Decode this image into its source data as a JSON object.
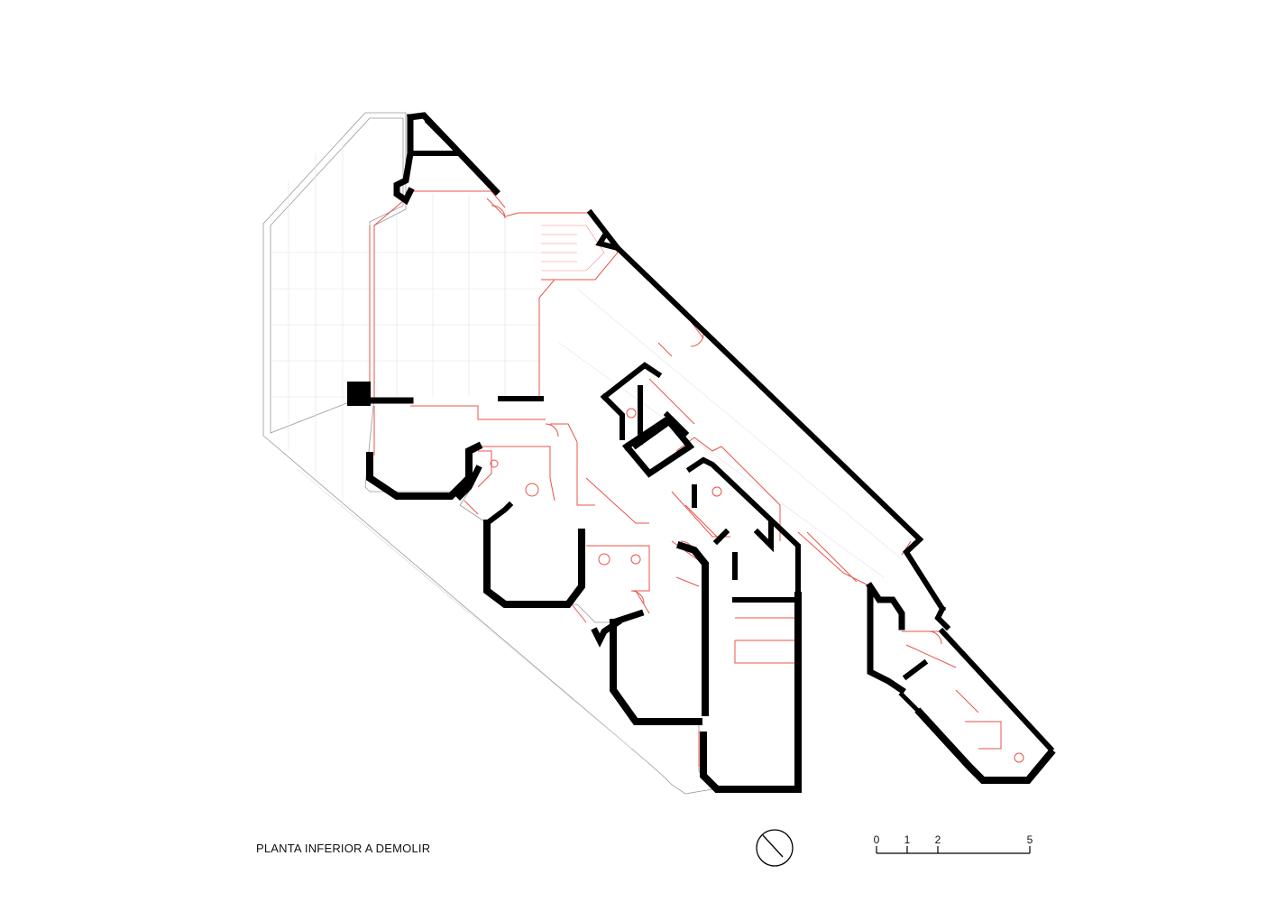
{
  "drawing": {
    "title": "PLANTA INFERIOR A DEMOLIR"
  },
  "scale_bar": {
    "labels": [
      "0",
      "1",
      "2",
      "5"
    ],
    "values": [
      0,
      1,
      2,
      5
    ]
  },
  "colors": {
    "walls": "#000000",
    "demolition": "#e8534a",
    "grid": "#e3e3e3",
    "background": "#ffffff"
  },
  "icons": {
    "north": "north-arrow-icon"
  }
}
